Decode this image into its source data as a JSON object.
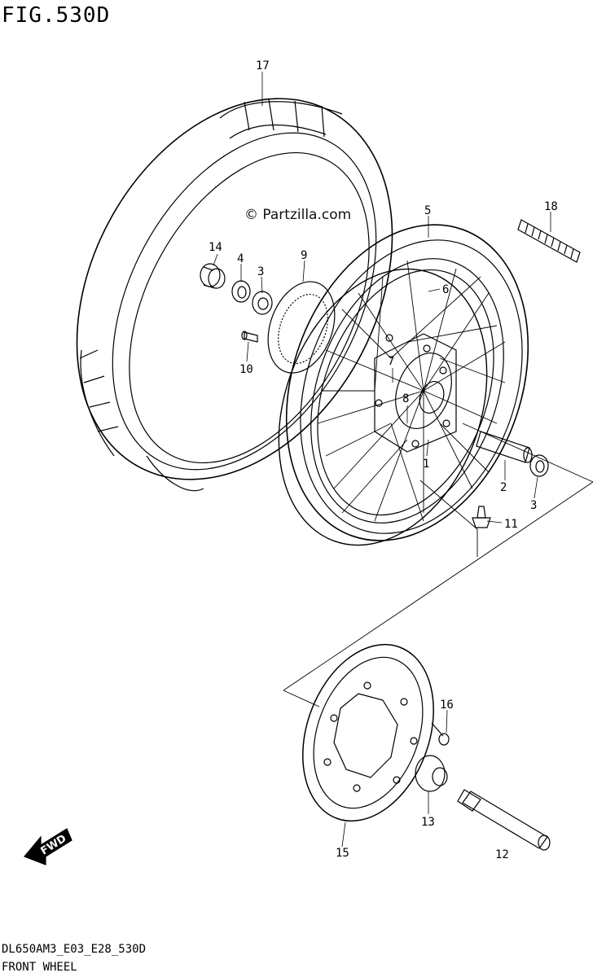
{
  "figure": {
    "title": "FIG.530D",
    "code": "DL650AM3_E03_E28_530D",
    "name": "FRONT WHEEL",
    "watermark": "© Partzilla.com",
    "fwd_label": "FWD"
  },
  "parts": [
    {
      "ref": "17"
    },
    {
      "ref": "18"
    },
    {
      "ref": "5"
    },
    {
      "ref": "6"
    },
    {
      "ref": "14"
    },
    {
      "ref": "4"
    },
    {
      "ref": "3",
      "position": "left"
    },
    {
      "ref": "9"
    },
    {
      "ref": "10"
    },
    {
      "ref": "7"
    },
    {
      "ref": "8"
    },
    {
      "ref": "1"
    },
    {
      "ref": "2"
    },
    {
      "ref": "3",
      "position": "right"
    },
    {
      "ref": "11"
    },
    {
      "ref": "16"
    },
    {
      "ref": "13"
    },
    {
      "ref": "15"
    },
    {
      "ref": "12"
    }
  ]
}
